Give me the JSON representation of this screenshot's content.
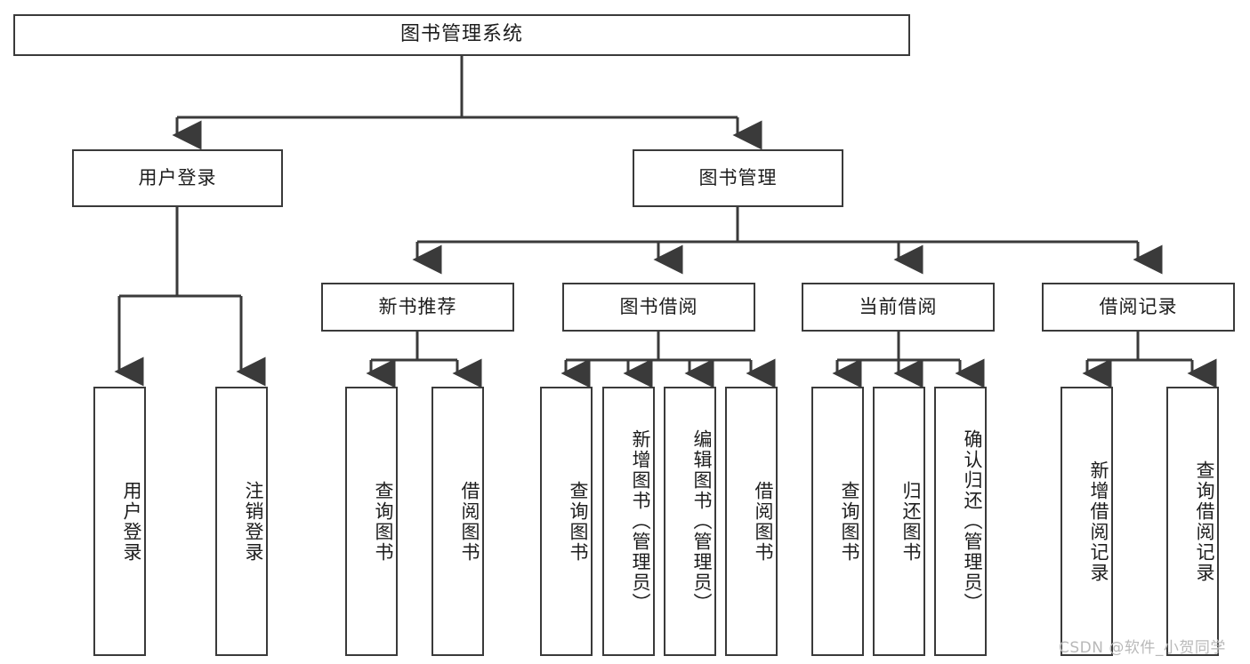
{
  "diagram": {
    "title": "图书管理系统",
    "type": "tree",
    "background": "#ffffff",
    "node_border_color": "#3a3a3a",
    "node_fill_color": "#ffffff",
    "edge_color": "#3a3a3a",
    "text_color": "#1d1d1d"
  },
  "nodes": {
    "root": {
      "label": "图书管理系统",
      "level": 0
    },
    "l1": [
      {
        "id": "user-login",
        "label": "用户登录",
        "level": 1
      },
      {
        "id": "book-manage",
        "label": "图书管理",
        "level": 1
      }
    ],
    "l2": [
      {
        "id": "new-book-recommend",
        "label": "新书推荐",
        "level": 2,
        "parent": "book-manage"
      },
      {
        "id": "book-borrow",
        "label": "图书借阅",
        "level": 2,
        "parent": "book-manage"
      },
      {
        "id": "current-borrow",
        "label": "当前借阅",
        "level": 2,
        "parent": "book-manage"
      },
      {
        "id": "borrow-record",
        "label": "借阅记录",
        "level": 2,
        "parent": "book-manage"
      }
    ],
    "leaves": [
      {
        "id": "leaf-user-login",
        "label": "用户登录",
        "parent": "user-login"
      },
      {
        "id": "leaf-logout-login",
        "label": "注销登录",
        "parent": "user-login"
      },
      {
        "id": "leaf-query-book-1",
        "label": "查询图书",
        "parent": "new-book-recommend"
      },
      {
        "id": "leaf-borrow-book-1",
        "label": "借阅图书",
        "parent": "new-book-recommend"
      },
      {
        "id": "leaf-query-book-2",
        "label": "查询图书",
        "parent": "book-borrow"
      },
      {
        "id": "leaf-add-book",
        "label": "新增图书（管理员）",
        "parent": "book-borrow"
      },
      {
        "id": "leaf-edit-book",
        "label": "编辑图书（管理员）",
        "parent": "book-borrow"
      },
      {
        "id": "leaf-borrow-book-2",
        "label": "借阅图书",
        "parent": "book-borrow"
      },
      {
        "id": "leaf-query-book-3",
        "label": "查询图书",
        "parent": "current-borrow"
      },
      {
        "id": "leaf-return-book",
        "label": "归还图书",
        "parent": "current-borrow"
      },
      {
        "id": "leaf-confirm-return",
        "label": "确认归还（管理员）",
        "parent": "current-borrow"
      },
      {
        "id": "leaf-add-record",
        "label": "新增借阅记录",
        "parent": "borrow-record"
      },
      {
        "id": "leaf-query-record",
        "label": "查询借阅记录",
        "parent": "borrow-record"
      }
    ]
  },
  "watermark": {
    "text": "CSDN @软件_小贺同学",
    "color": "#b9b9b9"
  }
}
